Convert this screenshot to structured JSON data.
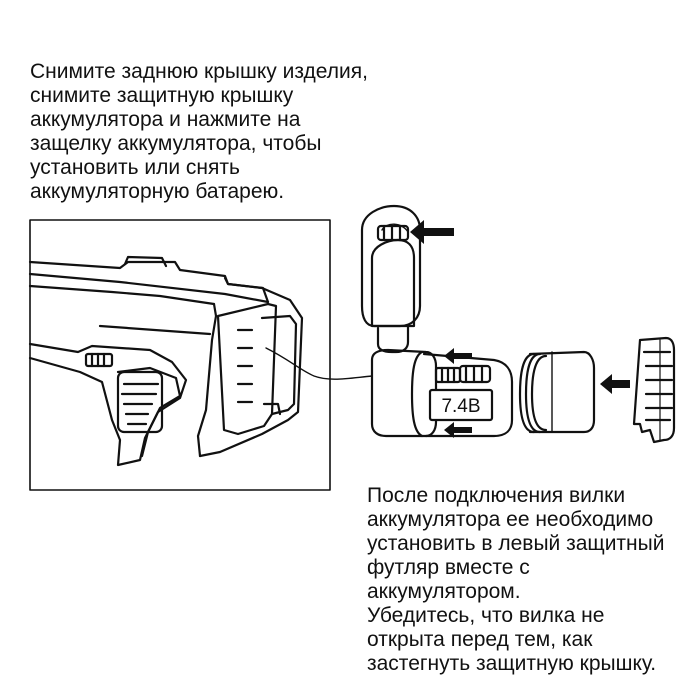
{
  "instructions_top": {
    "lines": [
      "Снимите заднюю крышку изделия,",
      "снимите защитную крышку",
      "аккумулятора и нажмите на",
      "защелку аккумулятора, чтобы",
      "установить или снять",
      "аккумуляторную батарею."
    ]
  },
  "instructions_bottom": {
    "lines": [
      "После подключения вилки",
      "аккумулятора ее необходимо",
      "установить в левый защитный",
      "футляр вместе с",
      "аккумулятором.",
      "Убедитесь, что вилка не",
      "открыта перед тем, как",
      "застегнуть защитную крышку."
    ]
  },
  "battery": {
    "voltage_label": "7.4B"
  },
  "icons": {
    "arrow": "arrow-left-icon"
  },
  "colors": {
    "line": "#111111",
    "background": "#ffffff"
  }
}
